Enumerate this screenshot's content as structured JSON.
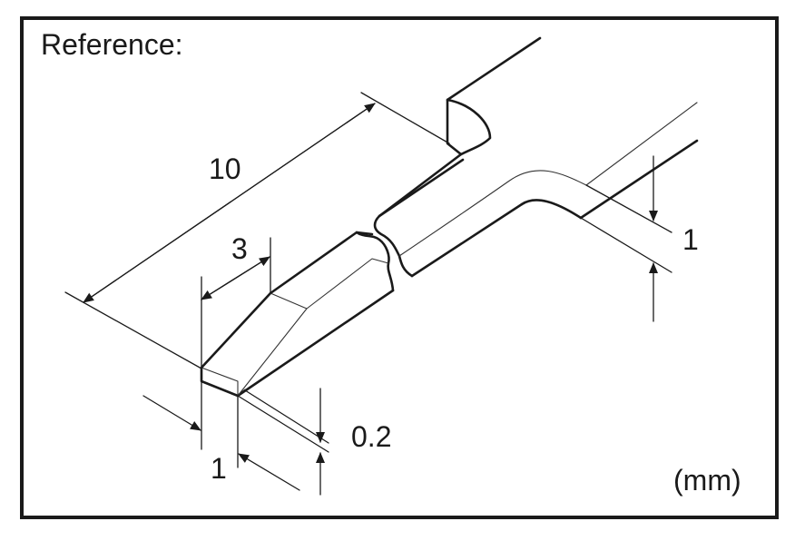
{
  "labels": {
    "title": "Reference:",
    "unit": "(mm)"
  },
  "dimensions": {
    "overall_length": "10",
    "taper_length": "3",
    "thickness": "1",
    "tip_thickness": "0.2",
    "tip_width": "1"
  },
  "colors": {
    "line": "#1a1a1a",
    "thin_line": "#333333",
    "background": "#ffffff"
  }
}
